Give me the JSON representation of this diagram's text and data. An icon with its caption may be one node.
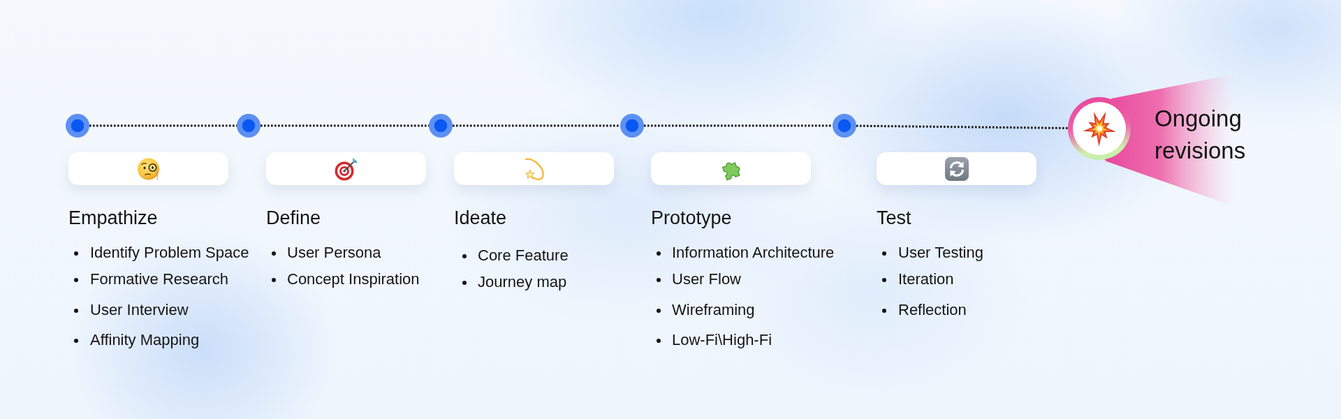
{
  "diagram": {
    "nodes": [
      {
        "text": [],
        "shape": "circle"
      },
      {
        "text": [],
        "shape": "circle"
      },
      {
        "text": [],
        "shape": "circle"
      },
      {
        "text": [],
        "shape": "circle"
      },
      {
        "text": [],
        "shape": "circle"
      },
      {
        "text": [],
        "shape": "circle",
        "beside": [
          "Ongoing revisions"
        ]
      }
    ],
    "edges": [
      {
        "from": 0,
        "to": 1,
        "arrow": "none",
        "style": "dashed"
      },
      {
        "from": 1,
        "to": 2,
        "arrow": "none",
        "style": "dashed"
      },
      {
        "from": 2,
        "to": 3,
        "arrow": "none",
        "style": "dashed"
      },
      {
        "from": 3,
        "to": 4,
        "arrow": "none",
        "style": "dashed"
      },
      {
        "from": 4,
        "to": 5,
        "arrow": "none",
        "style": "dashed"
      }
    ],
    "labels": [
      "Empathize",
      "Identify Problem Space",
      "Formative Research",
      "User Interview",
      "Affinity Mapping",
      "Define",
      "User Persona",
      "Concept Inspiration",
      "Ideate",
      "Core Feature",
      "Journey map",
      "Prototype",
      "Information Architecture",
      "User Flow",
      "Wireframing",
      "Low-Fi\\High-Fi",
      "Test",
      "User Testing",
      "Iteration",
      "Reflection"
    ]
  }
}
